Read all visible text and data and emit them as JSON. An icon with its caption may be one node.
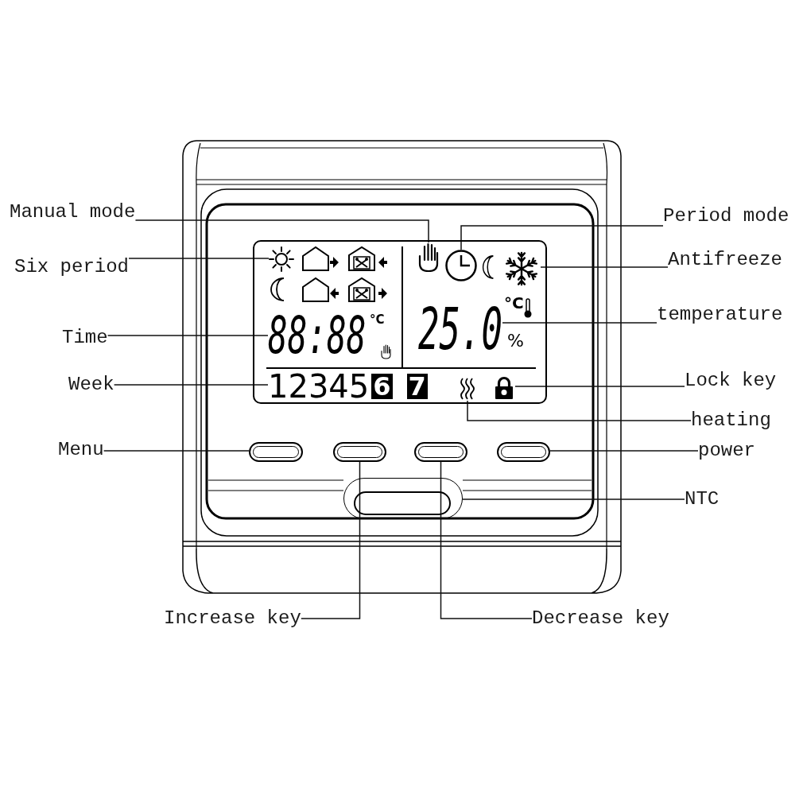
{
  "diagram": {
    "nodes": [
      {
        "text": [
          "Manual mode"
        ]
      },
      {
        "text": [
          "Period mode"
        ]
      },
      {
        "text": [
          "Six period"
        ]
      },
      {
        "text": [
          "Antifreeze"
        ]
      },
      {
        "text": [
          "°C",
          "°C",
          "%"
        ]
      },
      {
        "text": [],
        "shape": "picture",
        "in": 4
      },
      {
        "text": [],
        "shape": "picture",
        "in": 4
      },
      {
        "text": [],
        "shape": "picture",
        "in": 4
      },
      {
        "text": [],
        "shape": "picture",
        "in": 4
      },
      {
        "text": [
          "temperature"
        ]
      },
      {
        "text": [
          "25.0"
        ],
        "in": 4
      },
      {
        "text": [
          "Time"
        ]
      },
      {
        "text": [
          "88:88"
        ],
        "in": 4
      },
      {
        "text": [
          "Lock key"
        ]
      },
      {
        "text": [
          "Week"
        ]
      },
      {
        "text": [
          "1",
          "2",
          "3",
          "4",
          "5",
          "6",
          "7"
        ],
        "in": 4
      },
      {
        "text": [],
        "shape": "picture",
        "in": 4
      },
      {
        "text": [],
        "shape": "padlock",
        "in": 4
      },
      {
        "text": [
          "heating"
        ]
      },
      {
        "text": [
          "Menu"
        ]
      },
      {
        "text": [],
        "shape": "box"
      },
      {
        "text": [],
        "shape": "box"
      },
      {
        "text": [],
        "shape": "box"
      },
      {
        "text": [],
        "shape": "box"
      },
      {
        "text": [
          "power"
        ]
      },
      {
        "text": [],
        "shape": "box"
      },
      {
        "text": [
          "NTC"
        ]
      },
      {
        "text": [
          "Increase key"
        ]
      },
      {
        "text": [
          "Decrease key"
        ]
      }
    ],
    "edges": [
      {
        "from": 0,
        "to": 6,
        "arrow": "none"
      },
      {
        "from": 1,
        "to": 7,
        "arrow": "none"
      },
      {
        "from": 2,
        "to": 5,
        "arrow": "none"
      },
      {
        "from": 3,
        "to": 8,
        "arrow": "none"
      },
      {
        "from": 9,
        "to": 10,
        "arrow": "none"
      },
      {
        "from": 11,
        "to": 12,
        "arrow": "none"
      },
      {
        "from": 14,
        "to": 15,
        "arrow": "none"
      },
      {
        "from": 13,
        "to": 17,
        "arrow": "none"
      },
      {
        "from": 18,
        "to": 16,
        "arrow": "none"
      },
      {
        "from": 19,
        "to": 20,
        "arrow": "none"
      },
      {
        "from": 24,
        "to": 23,
        "arrow": "none"
      },
      {
        "from": 26,
        "to": 25,
        "arrow": "none"
      },
      {
        "from": 27,
        "to": 21,
        "arrow": "none"
      },
      {
        "from": 28,
        "to": 22,
        "arrow": "none"
      }
    ]
  }
}
